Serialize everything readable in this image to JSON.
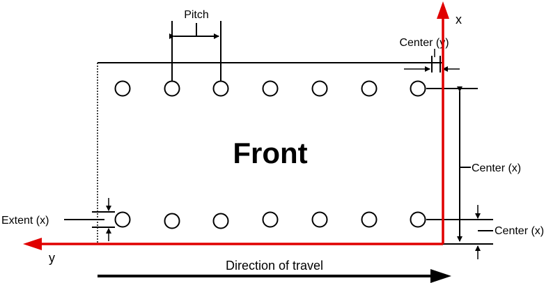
{
  "diagram": {
    "board_label": "Front",
    "labels": {
      "pitch": "Pitch",
      "center_y": "Center (y)",
      "center_x_upper": "Center (x)",
      "center_x_lower": "Center (x)",
      "extent_x": "Extent (x)",
      "direction_of_travel": "Direction of travel",
      "axis_x": "x",
      "axis_y": "y"
    },
    "hole_rows": [
      {
        "row": "top",
        "count": 7
      },
      {
        "row": "bottom",
        "count": 7
      }
    ],
    "colors": {
      "axis": "#e00000",
      "lines": "#000000",
      "background": "#ffffff"
    }
  }
}
